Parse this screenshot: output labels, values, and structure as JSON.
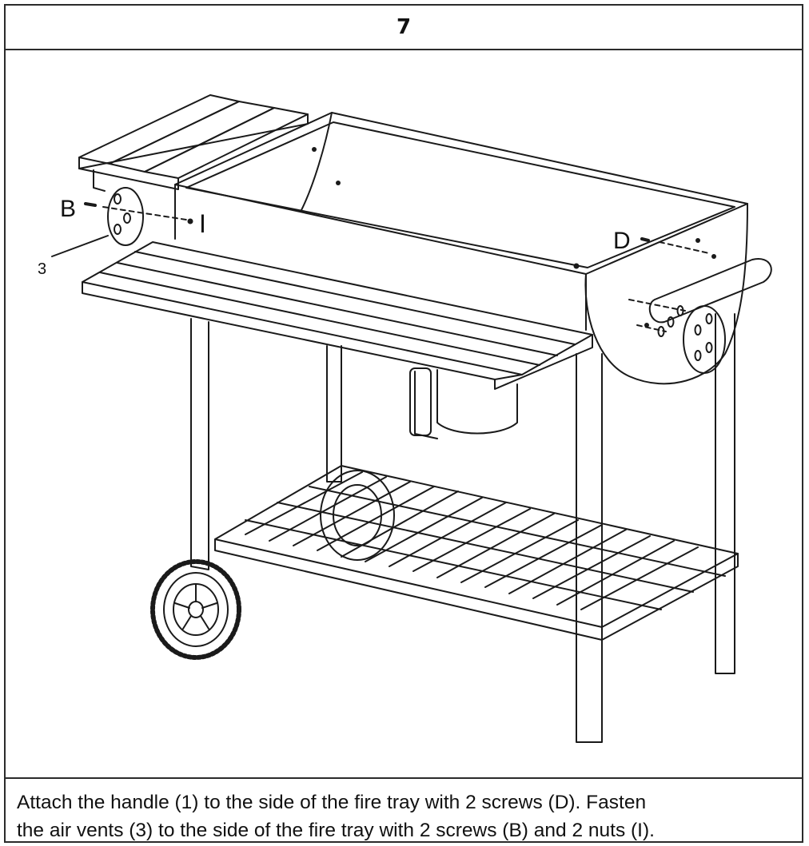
{
  "step": {
    "number": "7"
  },
  "labels": {
    "screw_b": "B",
    "air_vent": "3",
    "nut_i": "I",
    "screw_d": "D"
  },
  "caption": {
    "line1": "Attach the handle (1) to the side of the fire tray with 2 screws (D). Fasten",
    "line2": "the air vents (3) to the side of the fire tray with 2 screws (B) and 2 nuts (I)."
  }
}
